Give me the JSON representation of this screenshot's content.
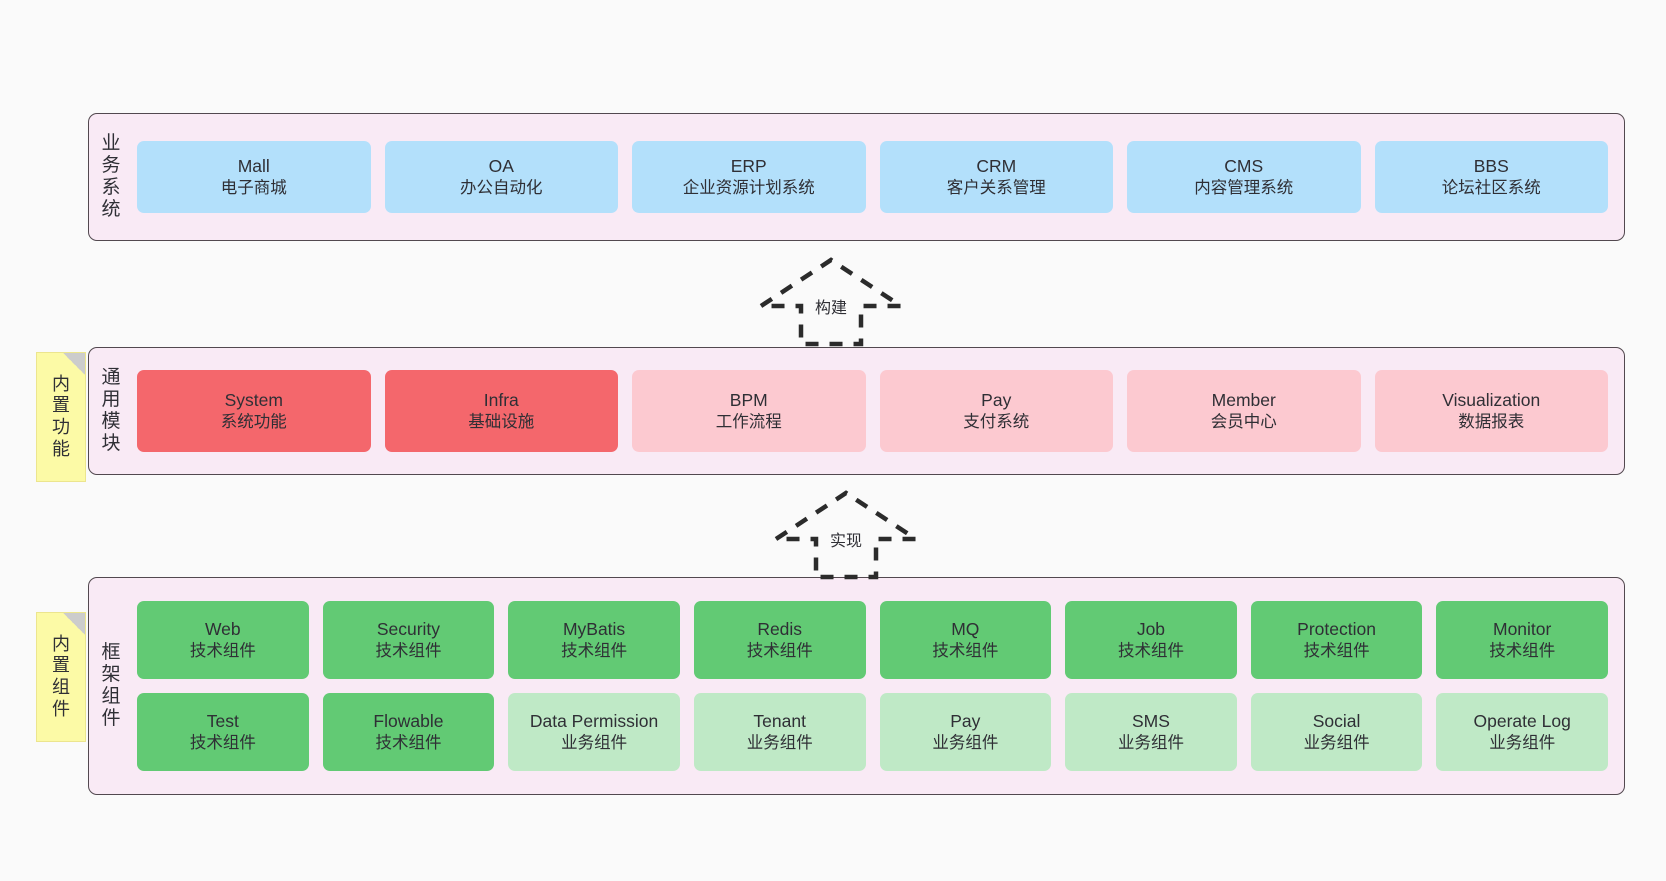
{
  "diagram": {
    "title_hidden": "",
    "layers": [
      {
        "key": "business",
        "title": "业务系统",
        "rows": [
          {
            "cells": [
              {
                "en": "Mall",
                "cn": "电子商城",
                "color": "c-blue"
              },
              {
                "en": "OA",
                "cn": "办公自动化",
                "color": "c-blue"
              },
              {
                "en": "ERP",
                "cn": "企业资源计划系统",
                "color": "c-blue"
              },
              {
                "en": "CRM",
                "cn": "客户关系管理",
                "color": "c-blue"
              },
              {
                "en": "CMS",
                "cn": "内容管理系统",
                "color": "c-blue"
              },
              {
                "en": "BBS",
                "cn": "论坛社区系统",
                "color": "c-blue"
              }
            ]
          }
        ]
      },
      {
        "key": "modules",
        "title": "通用模块",
        "rows": [
          {
            "cells": [
              {
                "en": "System",
                "cn": "系统功能",
                "color": "c-red"
              },
              {
                "en": "Infra",
                "cn": "基础设施",
                "color": "c-red"
              },
              {
                "en": "BPM",
                "cn": "工作流程",
                "color": "c-pink"
              },
              {
                "en": "Pay",
                "cn": "支付系统",
                "color": "c-pink"
              },
              {
                "en": "Member",
                "cn": "会员中心",
                "color": "c-pink"
              },
              {
                "en": "Visualization",
                "cn": "数据报表",
                "color": "c-pink"
              }
            ]
          }
        ]
      },
      {
        "key": "framework",
        "title": "框架组件",
        "rows": [
          {
            "cells": [
              {
                "en": "Web",
                "cn": "技术组件",
                "color": "c-green"
              },
              {
                "en": "Security",
                "cn": "技术组件",
                "color": "c-green"
              },
              {
                "en": "MyBatis",
                "cn": "技术组件",
                "color": "c-green"
              },
              {
                "en": "Redis",
                "cn": "技术组件",
                "color": "c-green"
              },
              {
                "en": "MQ",
                "cn": "技术组件",
                "color": "c-green"
              },
              {
                "en": "Job",
                "cn": "技术组件",
                "color": "c-green"
              },
              {
                "en": "Protection",
                "cn": "技术组件",
                "color": "c-green"
              },
              {
                "en": "Monitor",
                "cn": "技术组件",
                "color": "c-green"
              }
            ]
          },
          {
            "cells": [
              {
                "en": "Test",
                "cn": "技术组件",
                "color": "c-green"
              },
              {
                "en": "Flowable",
                "cn": "技术组件",
                "color": "c-green"
              },
              {
                "en": "Data Permission",
                "cn": "业务组件",
                "color": "c-lightgreen"
              },
              {
                "en": "Tenant",
                "cn": "业务组件",
                "color": "c-lightgreen"
              },
              {
                "en": "Pay",
                "cn": "业务组件",
                "color": "c-lightgreen"
              },
              {
                "en": "SMS",
                "cn": "业务组件",
                "color": "c-lightgreen"
              },
              {
                "en": "Social",
                "cn": "业务组件",
                "color": "c-lightgreen"
              },
              {
                "en": "Operate Log",
                "cn": "业务组件",
                "color": "c-lightgreen"
              }
            ]
          }
        ]
      }
    ],
    "notes": [
      {
        "key": "functions",
        "text": "内置功能"
      },
      {
        "key": "components",
        "text": "内置组件"
      }
    ],
    "arrows": [
      {
        "key": "build",
        "label": "构建"
      },
      {
        "key": "impl",
        "label": "实现"
      }
    ],
    "colors": {
      "band_fill": "#f9eaf5",
      "band_border": "#52484f",
      "business_cell": "#b3e0fb",
      "module_core_cell": "#f4676c",
      "module_cell": "#fcc9d0",
      "framework_tech_cell": "#62ca74",
      "framework_biz_cell": "#bfe9c6",
      "note_fill": "#fcfaa6",
      "canvas": "#fafafa"
    }
  }
}
